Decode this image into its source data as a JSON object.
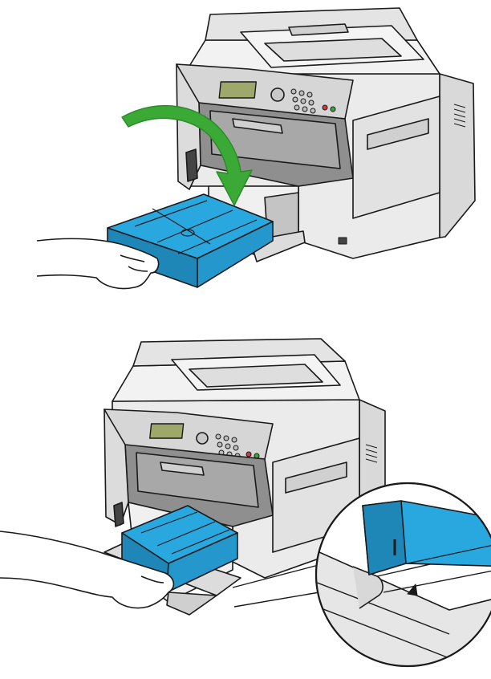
{
  "illustration": {
    "steps": [
      {
        "id": "insert-tray-cover",
        "action": "push-in",
        "arrow": "curved-green"
      },
      {
        "id": "align-tray-cover",
        "action": "slide-until-aligned",
        "detail": "zoom-callout"
      }
    ],
    "colors": {
      "printer_body": "#e6e6e6",
      "printer_shade": "#cfcfcf",
      "printer_dark": "#8c8c8c",
      "outline": "#1a1a1a",
      "tray_cover": "#29a8e0",
      "tray_cover_dark": "#1f86b8",
      "arrow": "#3aa935",
      "arrow_dark": "#2c8a2a",
      "skin": "#ffffff"
    },
    "icons": [
      "printer-icon",
      "hand-icon",
      "curved-arrow-icon",
      "magnifier-callout-icon",
      "alignment-triangle-icon"
    ]
  }
}
